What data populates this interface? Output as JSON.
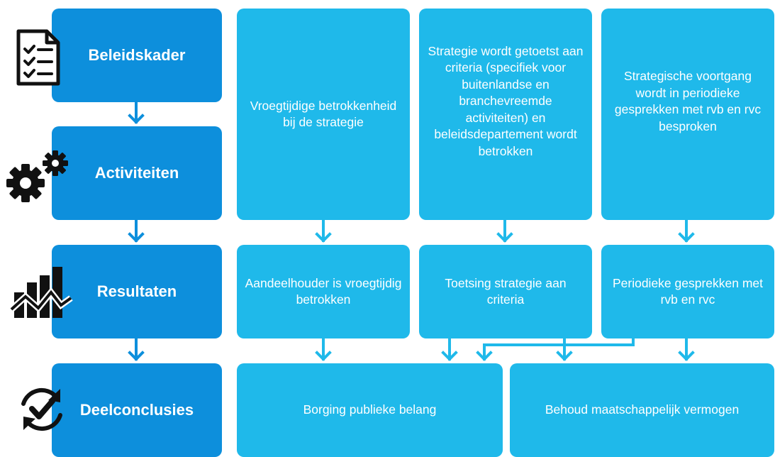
{
  "rows": {
    "beleidskader": "Beleidskader",
    "activiteiten": "Activiteiten",
    "resultaten": "Resultaten",
    "deelconclusies": "Deelconclusies"
  },
  "activities": {
    "col1": "Vroegtijdige betrokkenheid bij de strategie",
    "col2": "Strategie wordt getoetst aan criteria (specifiek voor buitenlandse en branchevreemde activiteiten) en beleidsdepartement wordt betrokken",
    "col3": "Strategische voortgang wordt in periodieke gesprekken met rvb en rvc besproken"
  },
  "results": {
    "col1": "Aandeelhouder is vroegtijdig betrokken",
    "col2": "Toetsing strategie aan criteria",
    "col3": "Periodieke gesprekken met rvb en rvc"
  },
  "conclusions": {
    "left": "Borging publieke belang",
    "right": "Behoud maatschappelijk vermogen"
  },
  "icons": [
    "checklist-icon",
    "gears-icon",
    "chart-icon",
    "refresh-check-icon"
  ],
  "colors": {
    "dark_blue": "#0d8fdc",
    "light_blue": "#1fb9ea",
    "icon": "#111111"
  }
}
